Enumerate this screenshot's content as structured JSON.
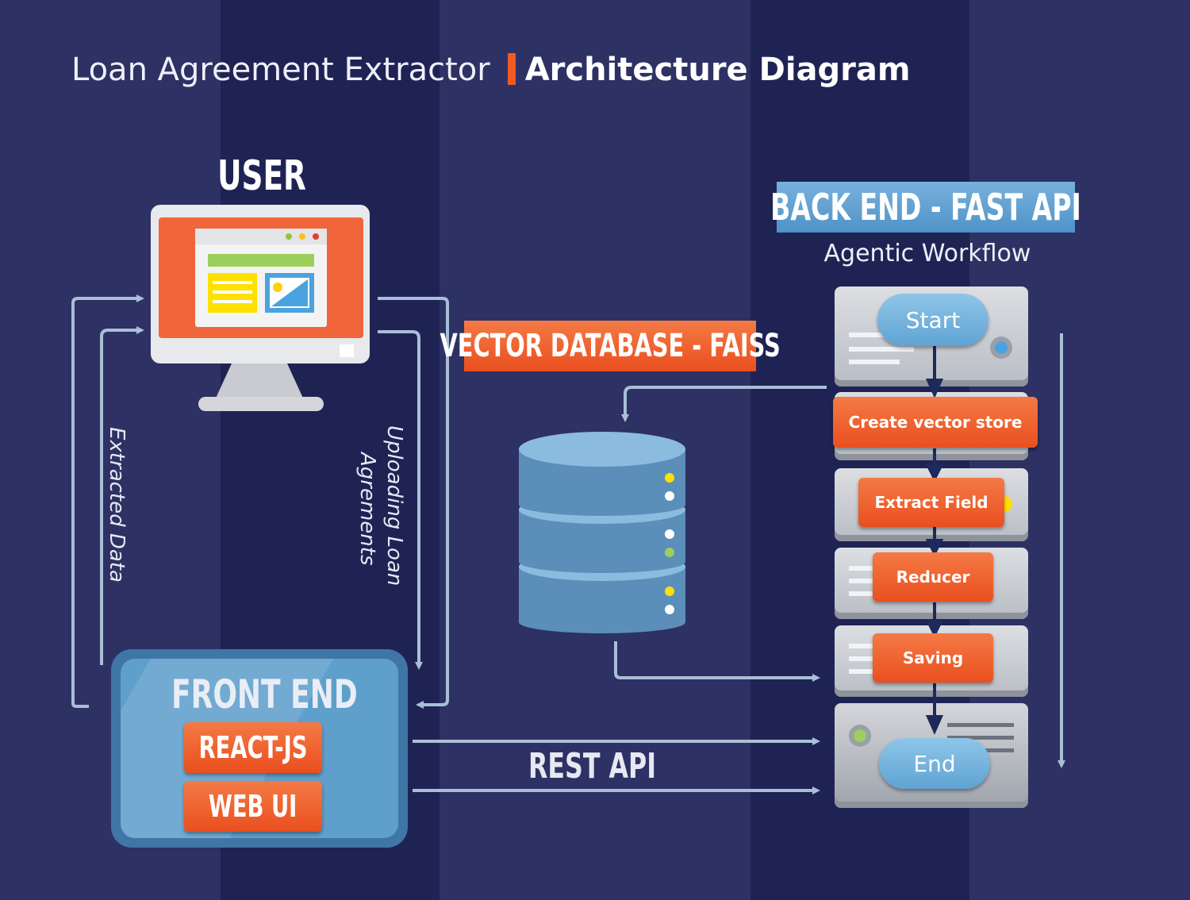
{
  "title": {
    "prefix": "Loan Agreement Extractor",
    "main": "Architecture Diagram"
  },
  "user": {
    "label": "USER"
  },
  "frontend": {
    "title": "FRONT END",
    "tech1": "REACT-JS",
    "tech2": "WEB UI"
  },
  "edges": {
    "extracted": "Extracted Data",
    "uploading_line1": "Uploading Loan",
    "uploading_line2": "Agrements",
    "rest_api": "REST API"
  },
  "vector_db": {
    "label": "VECTOR DATABASE - FAISS"
  },
  "backend": {
    "label": "BACK END - FAST API",
    "subtitle": "Agentic Workflow",
    "start": "Start",
    "steps": [
      "Create vector store",
      "Extract Field",
      "Reducer",
      "Saving"
    ],
    "end": "End"
  },
  "colors": {
    "background": "#2d3163",
    "stripe": "#1f2354",
    "accent": "#f15a24",
    "arrow": "#a9bfd8",
    "flow_arrow": "#1e2a5c"
  }
}
